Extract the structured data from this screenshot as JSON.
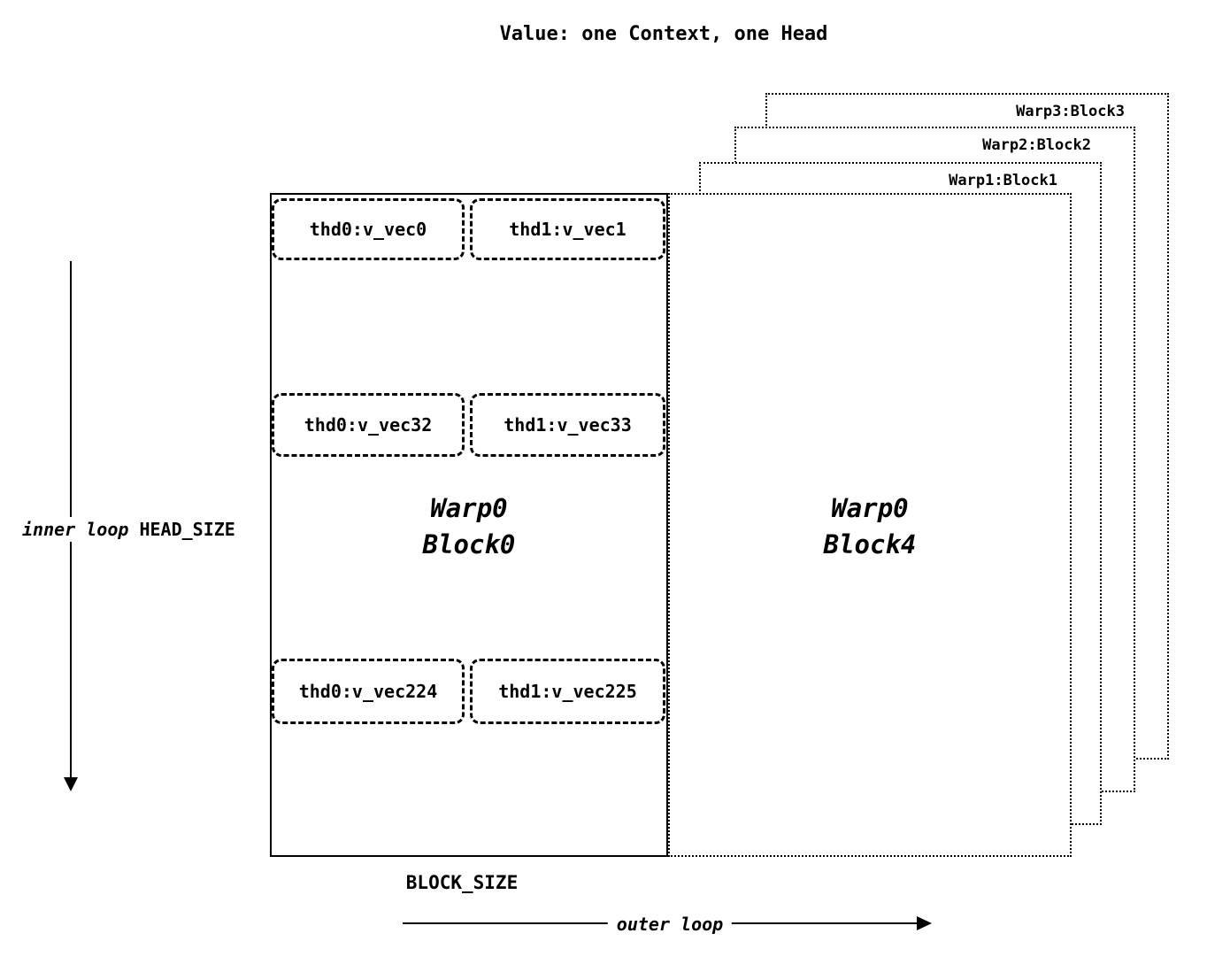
{
  "title": "Value: one Context, one Head",
  "axes": {
    "inner_loop": "inner loop",
    "head_size": "HEAD_SIZE",
    "outer_loop": "outer loop",
    "block_size": "BLOCK_SIZE"
  },
  "solid_block": {
    "warp": "Warp0",
    "block": "Block0",
    "rows": [
      {
        "cells": [
          "thd0:v_vec0",
          "thd1:v_vec1"
        ]
      },
      {
        "cells": [
          "thd0:v_vec32",
          "thd1:v_vec33"
        ]
      },
      {
        "cells": [
          "thd0:v_vec224",
          "thd1:v_vec225"
        ]
      }
    ]
  },
  "front_block": {
    "warp": "Warp0",
    "block": "Block4"
  },
  "background_blocks": [
    {
      "label": "Warp1:Block1"
    },
    {
      "label": "Warp2:Block2"
    },
    {
      "label": "Warp3:Block3"
    }
  ]
}
